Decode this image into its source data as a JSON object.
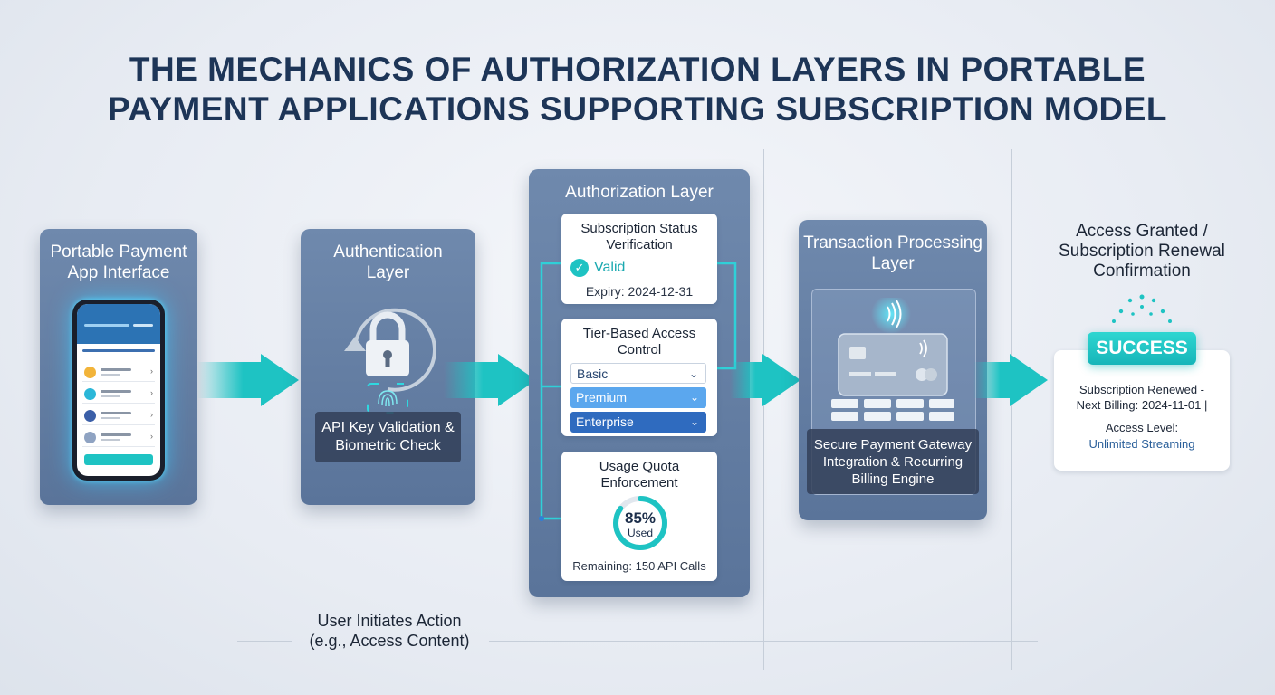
{
  "title": {
    "line1": "THE MECHANICS OF AUTHORIZATION LAYERS IN PORTABLE",
    "line2": "PAYMENT APPLICATIONS SUPPORTING SUBSCRIPTION MODEL"
  },
  "app_interface": {
    "title": "Portable Payment App Interface"
  },
  "authentication": {
    "title": "Authentication Layer",
    "label": "API Key Validation & Biometric Check"
  },
  "authorization": {
    "title": "Authorization Layer",
    "subscription": {
      "title": "Subscription Status Verification",
      "status": "Valid",
      "expiry": "Expiry: 2024-12-31"
    },
    "tiers": {
      "title": "Tier-Based Access Control",
      "options": [
        "Basic",
        "Premium",
        "Enterprise"
      ]
    },
    "quota": {
      "title": "Usage Quota Enforcement",
      "percent_label": "85%",
      "used_label": "Used",
      "used_fraction": 0.85,
      "remaining": "Remaining: 150 API Calls"
    }
  },
  "transaction": {
    "title": "Transaction Processing Layer",
    "label": "Secure Payment Gateway Integration & Recurring Billing Engine"
  },
  "result": {
    "title": "Access Granted / Subscription Renewal Confirmation",
    "badge": "SUCCESS",
    "renewed": "Subscription Renewed -",
    "next_billing": "Next Billing: 2024-11-01 |",
    "access_level_label": "Access Level:",
    "access_level_value": "Unlimited Streaming"
  },
  "user_action": {
    "line1": "User Initiates Action",
    "line2": "(e.g., Access Content)"
  },
  "colors": {
    "accent": "#1ec3c3",
    "card": "#6a84a8",
    "title": "#1d3557"
  }
}
